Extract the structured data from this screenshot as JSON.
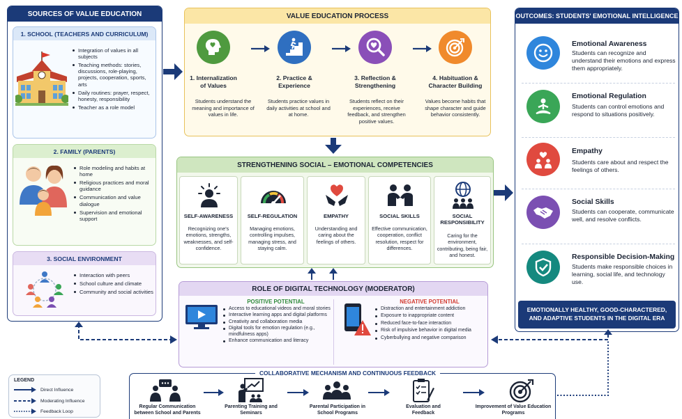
{
  "sources": {
    "title": "SOURCES OF VALUE EDUCATION",
    "school": {
      "title": "1. SCHOOL (TEACHERS AND CURRICULUM)",
      "items": [
        "Integration of values in all subjects",
        "Teaching methods: stories, discussions, role-playing, projects, cooperation, sports, arts",
        "Daily routines: prayer, respect, honesty, responsibility",
        "Teacher as a role model"
      ]
    },
    "family": {
      "title": "2. FAMILY (PARENTS)",
      "items": [
        "Role modeling and habits at home",
        "Religious practices and moral guidance",
        "Communication and value dialogue",
        "Supervision and emotional support"
      ]
    },
    "social": {
      "title": "3. SOCIAL ENVIRONMENT",
      "items": [
        "Interaction with peers",
        "School culture and climate",
        "Community and social activities"
      ]
    }
  },
  "process": {
    "title": "VALUE EDUCATION PROCESS",
    "steps": [
      {
        "title": "1. Internalization of Values",
        "desc": "Students understand the meaning and importance of values in life.",
        "icon": "head-heart-icon"
      },
      {
        "title": "2. Practice & Experience",
        "desc": "Students practice values in daily activities at school and at home.",
        "icon": "stairs-climb-icon"
      },
      {
        "title": "3. Reflection & Strengthening",
        "desc": "Students reflect on their experiences, receive feedback, and strengthen positive values.",
        "icon": "magnifier-heart-icon"
      },
      {
        "title": "4. Habituation & Character Building",
        "desc": "Values become habits that shape character and guide behavior consistently.",
        "icon": "target-icon"
      }
    ]
  },
  "competencies": {
    "title": "STRENGTHENING SOCIAL – EMOTIONAL COMPETENCIES",
    "cards": [
      {
        "title": "SELF-AWARENESS",
        "desc": "Recognizing one's emotions, strengths, weaknesses, and self-confidence.",
        "icon": "person-glow-icon"
      },
      {
        "title": "SELF-REGULATION",
        "desc": "Managing emotions, controlling impulses, managing stress, and staying calm.",
        "icon": "gauge-icon"
      },
      {
        "title": "EMPATHY",
        "desc": "Understanding and caring about the feelings of others.",
        "icon": "hands-heart-icon"
      },
      {
        "title": "SOCIAL SKILLS",
        "desc": "Effective communication, cooperation, conflict resolution, respect for differences.",
        "icon": "people-talk-icon"
      },
      {
        "title": "SOCIAL RESPONSIBILITY",
        "desc": "Caring for the environment, contributing, being fair, and honest.",
        "icon": "globe-people-icon"
      }
    ]
  },
  "digital": {
    "title": "ROLE OF DIGITAL TECHNOLOGY (MODERATOR)",
    "positive": {
      "title": "POSITIVE POTENTIAL",
      "items": [
        "Access to educational videos and moral stories",
        "Interactive learning apps and digital platforms",
        "Creativity and collaboration media",
        "Digital tools for emotion regulation (e.g., mindfulness apps)",
        "Enhance communication and literacy"
      ]
    },
    "negative": {
      "title": "NEGATIVE POTENTIAL",
      "items": [
        "Distraction and entertainment addiction",
        "Exposure to inappropriate content",
        "Reduced face-to-face interaction",
        "Risk of impulsive behavior in digital media",
        "Cyberbullying and negative comparison"
      ]
    }
  },
  "outcomes": {
    "title": "OUTCOMES: STUDENTS' EMOTIONAL INTELLIGENCE",
    "items": [
      {
        "title": "Emotional Awareness",
        "desc": "Students can recognize and understand their emotions and express them appropriately.",
        "icon": "smile-icon",
        "color": "#2f86dc"
      },
      {
        "title": "Emotional Regulation",
        "desc": "Students can control emotions and respond to situations positively.",
        "icon": "meditation-icon",
        "color": "#3aa657"
      },
      {
        "title": "Empathy",
        "desc": "Students care about and respect the feelings of others.",
        "icon": "heart-people-icon",
        "color": "#e04a3f"
      },
      {
        "title": "Social Skills",
        "desc": "Students can cooperate, communicate well, and resolve conflicts.",
        "icon": "handshake-icon",
        "color": "#7b4fb2"
      },
      {
        "title": "Responsible Decision-Making",
        "desc": "Students make responsible choices in learning, social life, and technology use.",
        "icon": "shield-check-icon",
        "color": "#15897f"
      }
    ],
    "footer": "EMOTIONALLY HEALTHY, GOOD-CHARACTERED, AND ADAPTIVE STUDENTS IN THE DIGITAL ERA"
  },
  "feedback": {
    "title": "COLLABORATIVE MECHANISM AND CONTINUOUS FEEDBACK",
    "steps": [
      {
        "label": "Regular Communication between School and Parents",
        "icon": "chat-people-icon"
      },
      {
        "label": "Parenting Training and Seminars",
        "icon": "presentation-icon"
      },
      {
        "label": "Parental Participation in School Programs",
        "icon": "group-icon"
      },
      {
        "label": "Evaluation and Feedback",
        "icon": "checklist-icon"
      },
      {
        "label": "Improvement of Value Education Programs",
        "icon": "target-arrow-icon"
      }
    ]
  },
  "legend": {
    "title": "LEGEND",
    "items": [
      "Direct Influence",
      "Moderating Influence",
      "Feedback Loop"
    ]
  }
}
